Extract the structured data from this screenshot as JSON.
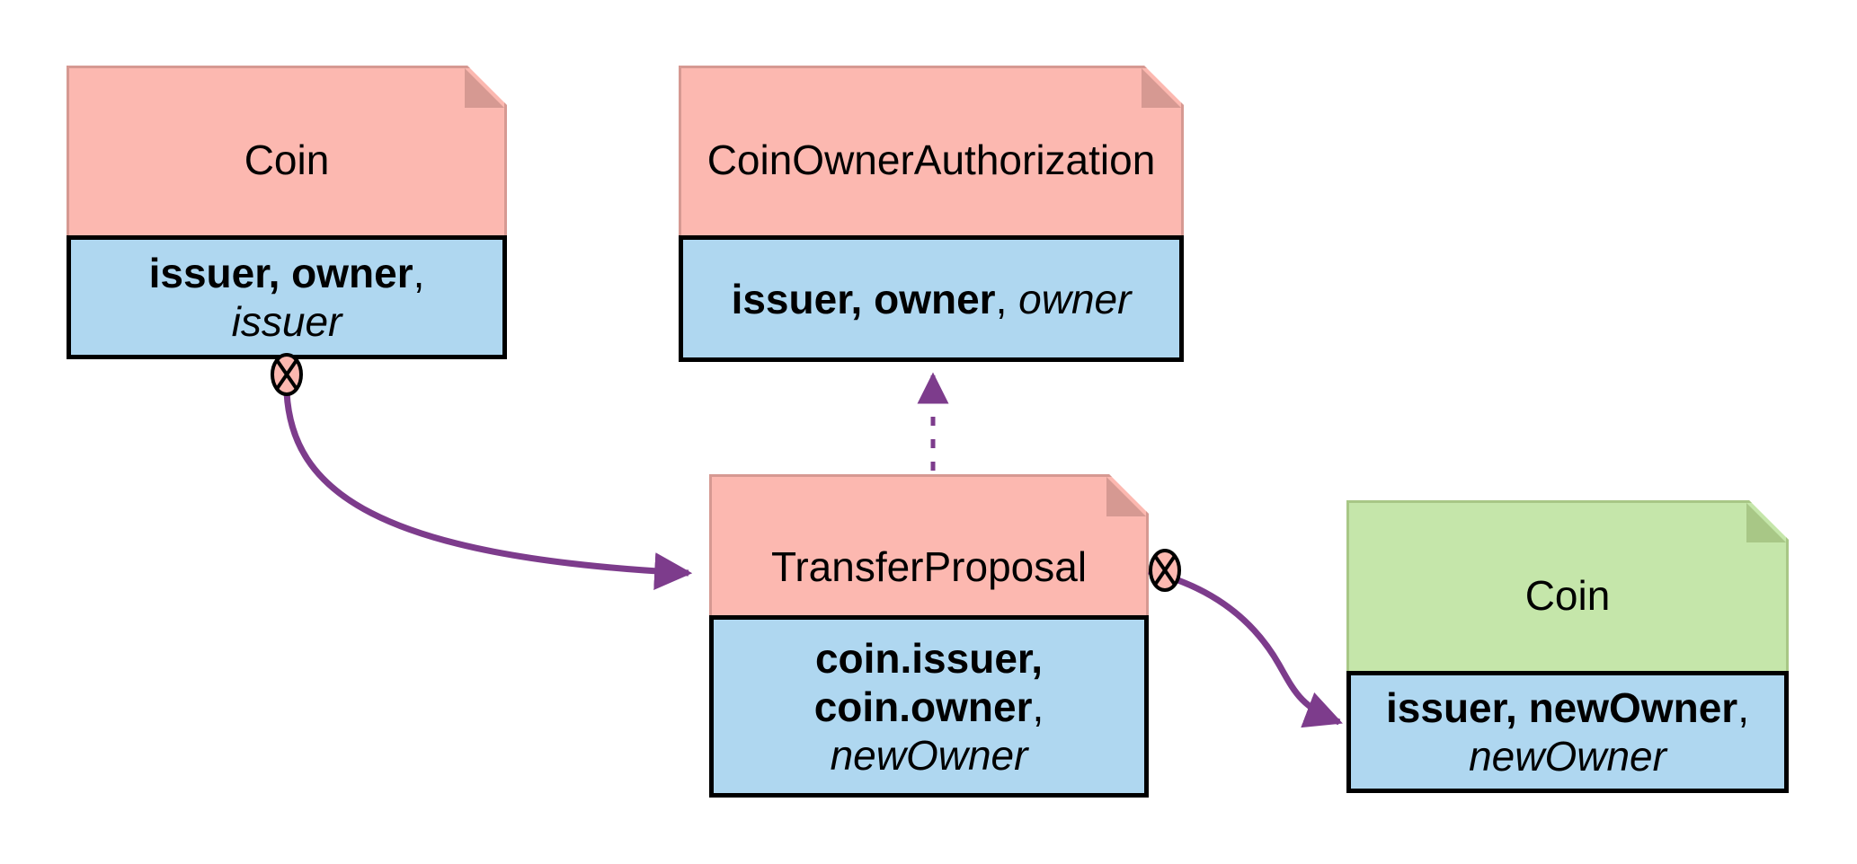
{
  "colors": {
    "header_pink": "#FCB8B0",
    "header_pink_border": "#D69992",
    "header_green": "#C5E6AA",
    "header_green_border": "#A8C786",
    "body_blue": "#AFD7F0",
    "border_black": "#000000",
    "arrow_purple": "#7D3C8C",
    "archive_fill": "#FCB8B0",
    "canvas_bg": "#FFFFFF"
  },
  "icons": {
    "archive_marker": "circle-with-x",
    "folded_corner": "dog-ear-triangle",
    "create_arrow": "solid-curved-arrow",
    "authorize_arrow": "dashed-straight-arrow"
  },
  "boxes": [
    {
      "title": "Coin",
      "signatories": "issuer, owner",
      "separator": ",",
      "controllers": "issuer",
      "header_color": "#FCB8B0",
      "status": "archived"
    },
    {
      "title": "CoinOwnerAuthorization",
      "signatories": "issuer, owner",
      "separator": ", ",
      "controllers": "owner",
      "header_color": "#FCB8B0",
      "status": "referenced"
    },
    {
      "title": "TransferProposal",
      "signatories_line1": "coin.issuer,",
      "signatories_line2": "coin.owner",
      "separator": ",",
      "controllers": "newOwner",
      "header_color": "#FCB8B0",
      "status": "archived"
    },
    {
      "title": "Coin",
      "signatories": "issuer, newOwner",
      "separator": ",",
      "controllers": "newOwner",
      "header_color": "#C5E6AA",
      "status": "created"
    }
  ]
}
